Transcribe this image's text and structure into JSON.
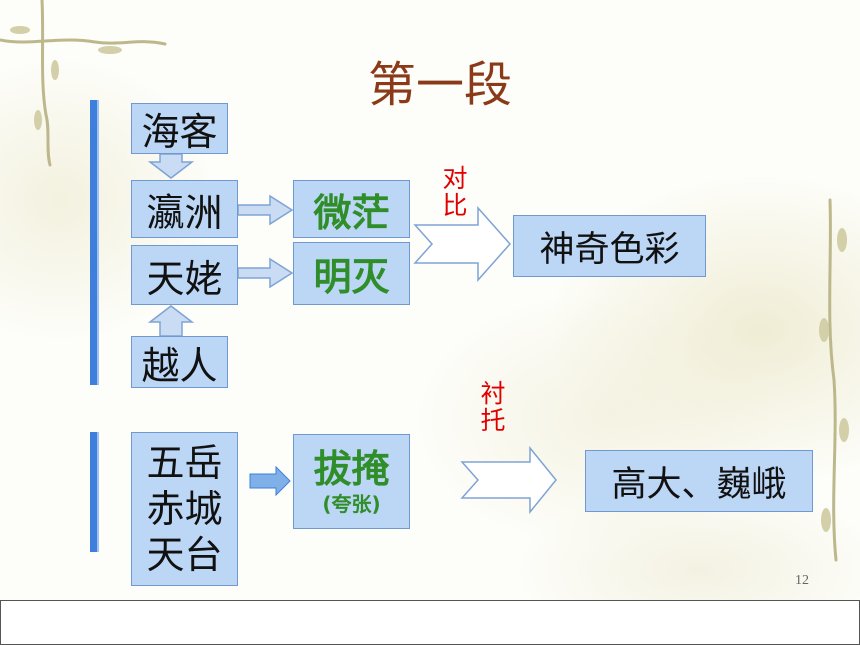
{
  "title": "第一段",
  "group1": {
    "sources": [
      "海客",
      "瀛洲",
      "天姥",
      "越人"
    ],
    "features": [
      "微茫",
      "明灭"
    ],
    "relation": [
      "对",
      "比"
    ],
    "result": "神奇色彩"
  },
  "group2": {
    "sources": [
      "五岳",
      "赤城",
      "天台"
    ],
    "feature": "拔掩",
    "feature_note": "(夸张)",
    "relation": [
      "衬",
      "托"
    ],
    "result": "高大、巍峨"
  },
  "page_number": "12"
}
